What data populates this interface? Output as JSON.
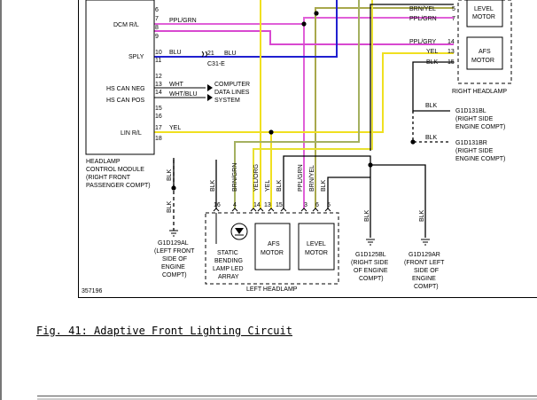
{
  "figure": {
    "caption": "Fig. 41: Adaptive Front Lighting Circuit",
    "figure_number": "357196"
  },
  "module_headlamp_control": {
    "title": [
      "HEADLAMP",
      "CONTROL MODULE",
      "(RIGHT FRONT",
      "PASSENGER COMPT)"
    ],
    "pins": [
      "6",
      "7",
      "8",
      "9",
      "10",
      "11",
      "12",
      "13",
      "14",
      "15",
      "16",
      "17",
      "18"
    ],
    "side_labels": {
      "dcm": "DCM R/L",
      "sply": "SPLY",
      "hs_can_neg": "HS CAN NEG",
      "hs_can_pos": "HS CAN POS",
      "lin": "LIN R/L"
    },
    "wire_labels": {
      "ppl_grn": "PPL/GRN",
      "blu": "BLU",
      "wht": "WHT",
      "wht_blu": "WHT/BLU",
      "yel": "YEL"
    },
    "connector": {
      "pin": "21",
      "wire": "BLU",
      "name": "C31-E"
    },
    "data_lines": [
      "COMPUTER",
      "DATA LINES",
      "SYSTEM"
    ]
  },
  "right_headlamp": {
    "label": "RIGHT HEADLAMP",
    "level_motor": [
      "LEVEL",
      "MOTOR"
    ],
    "afs_motor": [
      "AFS",
      "MOTOR"
    ],
    "wires": [
      {
        "label": "BRN/YEL",
        "pin": "5"
      },
      {
        "label": "PPL/GRN",
        "pin": "7"
      },
      {
        "label": "PPL/GRY",
        "pin": "14"
      },
      {
        "label": "YEL",
        "pin": "13"
      },
      {
        "label": "BLK",
        "pin": "15"
      }
    ],
    "ground_wire": "BLK"
  },
  "grounds_right": [
    {
      "id": "G1D131BL",
      "desc": [
        "(RIGHT SIDE",
        "ENGINE COMPT)"
      ],
      "wire": "BLK"
    },
    {
      "id": "G1D131BR",
      "desc": [
        "(RIGHT SIDE",
        "ENGINE COMPT)"
      ],
      "wire": "BLK"
    }
  ],
  "left_headlamp": {
    "label": "LEFT HEADLAMP",
    "pins": [
      "16",
      "4",
      "14",
      "13",
      "15",
      "3",
      "6",
      "5"
    ],
    "wires": [
      "BLK",
      "BRN/GRN",
      "YEL/ORG",
      "YEL",
      "BLK",
      "PPL/GRN",
      "BRN/YEL",
      "BLK"
    ],
    "static_lamp": [
      "STATIC",
      "BENDING",
      "LAMP LED",
      "ARRAY"
    ],
    "afs_motor": [
      "AFS",
      "MOTOR"
    ],
    "level_motor": [
      "LEVEL",
      "MOTOR"
    ]
  },
  "grounds_bottom": [
    {
      "id": "G1D129AL",
      "desc": [
        "(LEFT FRONT",
        "SIDE OF",
        "ENGINE",
        "COMPT)"
      ],
      "wire": "BLK"
    },
    {
      "id": "G1D125BL",
      "desc": [
        "(RIGHT SIDE",
        "OF ENGINE",
        "COMPT)"
      ],
      "wire": "BLK"
    },
    {
      "id": "G1D129AR",
      "desc": [
        "(FRONT LEFT",
        "SIDE OF",
        "ENGINE",
        "COMPT)"
      ],
      "wire": "BLK"
    }
  ],
  "module_side_wire": "BLK",
  "colors": {
    "ppl_grn": "#e060d8",
    "ppl_gry": "#d848d0",
    "blu": "#2020d0",
    "yel": "#f0e020",
    "brn_yel": "#a8a84c",
    "brn_grn": "#a4b060",
    "yel_org": "#e8e030",
    "wire_black": "#000000",
    "page_bg": "#ffffff"
  }
}
